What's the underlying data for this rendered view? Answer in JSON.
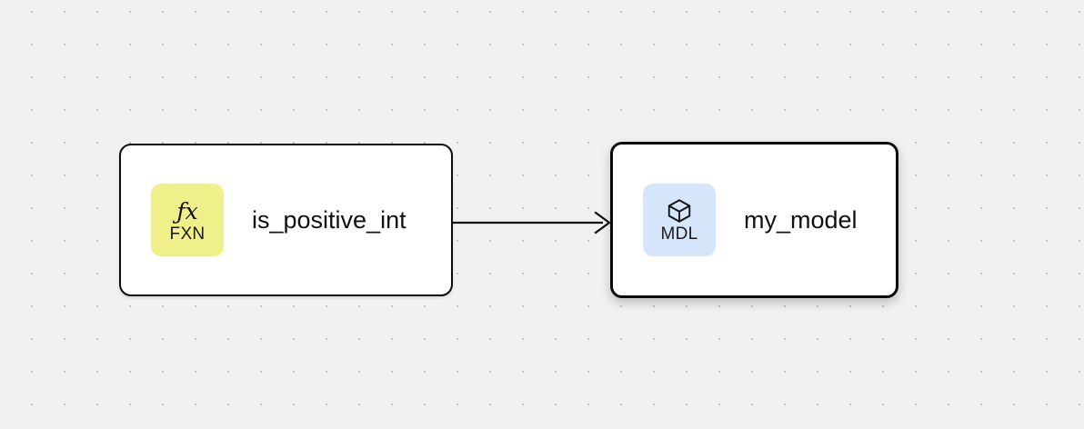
{
  "canvas": {
    "background_color": "#f1f1f1",
    "dot_color": "#b8b8b8",
    "grid_spacing": 36
  },
  "nodes": [
    {
      "id": "fxn-node",
      "title": "is_positive_int",
      "badge": {
        "glyph": "ƒx",
        "glyph_name": "function-fx-icon",
        "label": "FXN",
        "background_color": "#f0f08a"
      },
      "selected": false
    },
    {
      "id": "mdl-node",
      "title": "my_model",
      "badge": {
        "glyph_name": "cube-box-icon",
        "label": "MDL",
        "background_color": "#d6e6fa"
      },
      "selected": true
    }
  ],
  "edges": [
    {
      "id": "edge-fxn-to-mdl",
      "from": "fxn-node",
      "to": "mdl-node",
      "color": "#111111",
      "arrowhead": "chevron"
    }
  ]
}
